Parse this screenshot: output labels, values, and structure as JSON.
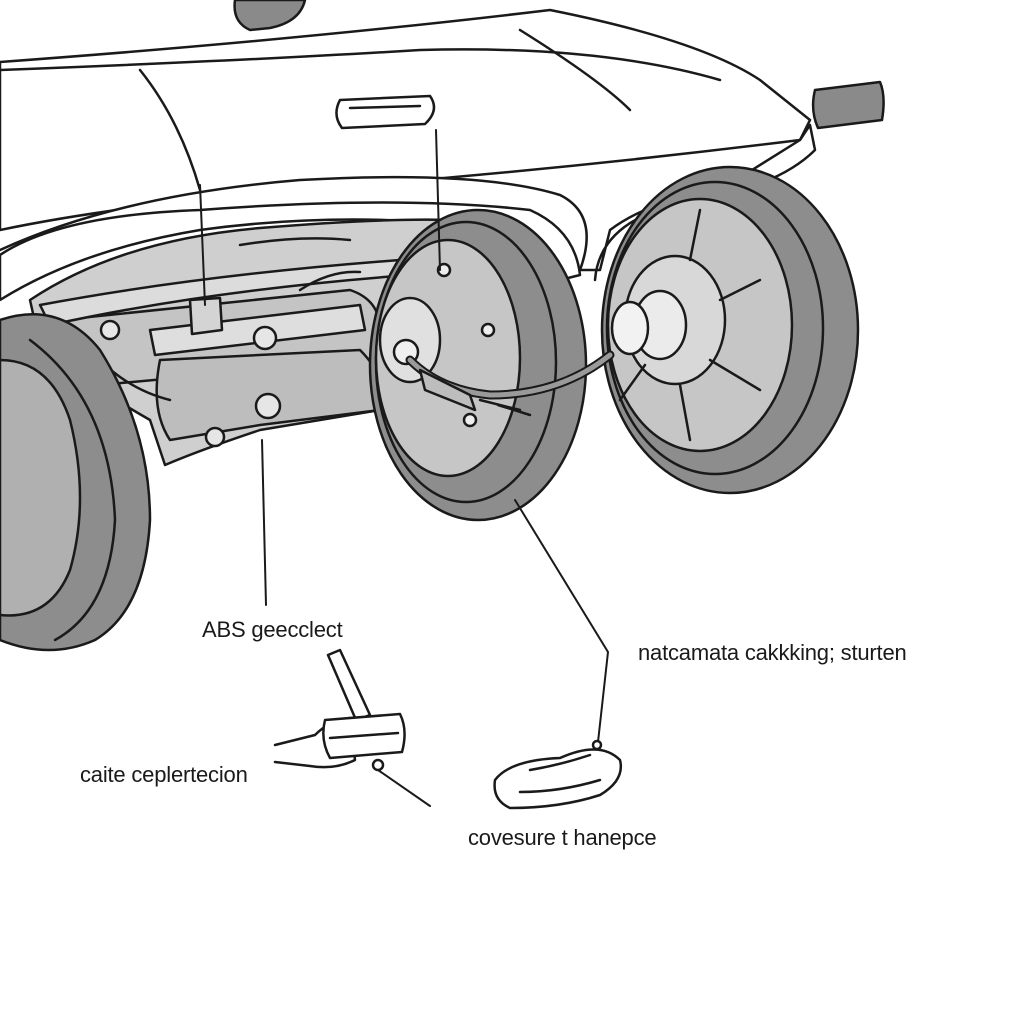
{
  "labels": {
    "abs_sensor": "ABS geecclect",
    "mid_right": "natcamata cakkking; sturten",
    "left_bottom": "caite ceplertecion",
    "bottom_center": "covesure t hanepce"
  },
  "colors": {
    "line": "#1a1a1a",
    "tire": "#8d8d8d",
    "tire_dark": "#6f6f6f",
    "metal": "#c4c4c4",
    "metal_light": "#dedede",
    "body": "#ffffff",
    "lamp": "#8a8a8a"
  }
}
